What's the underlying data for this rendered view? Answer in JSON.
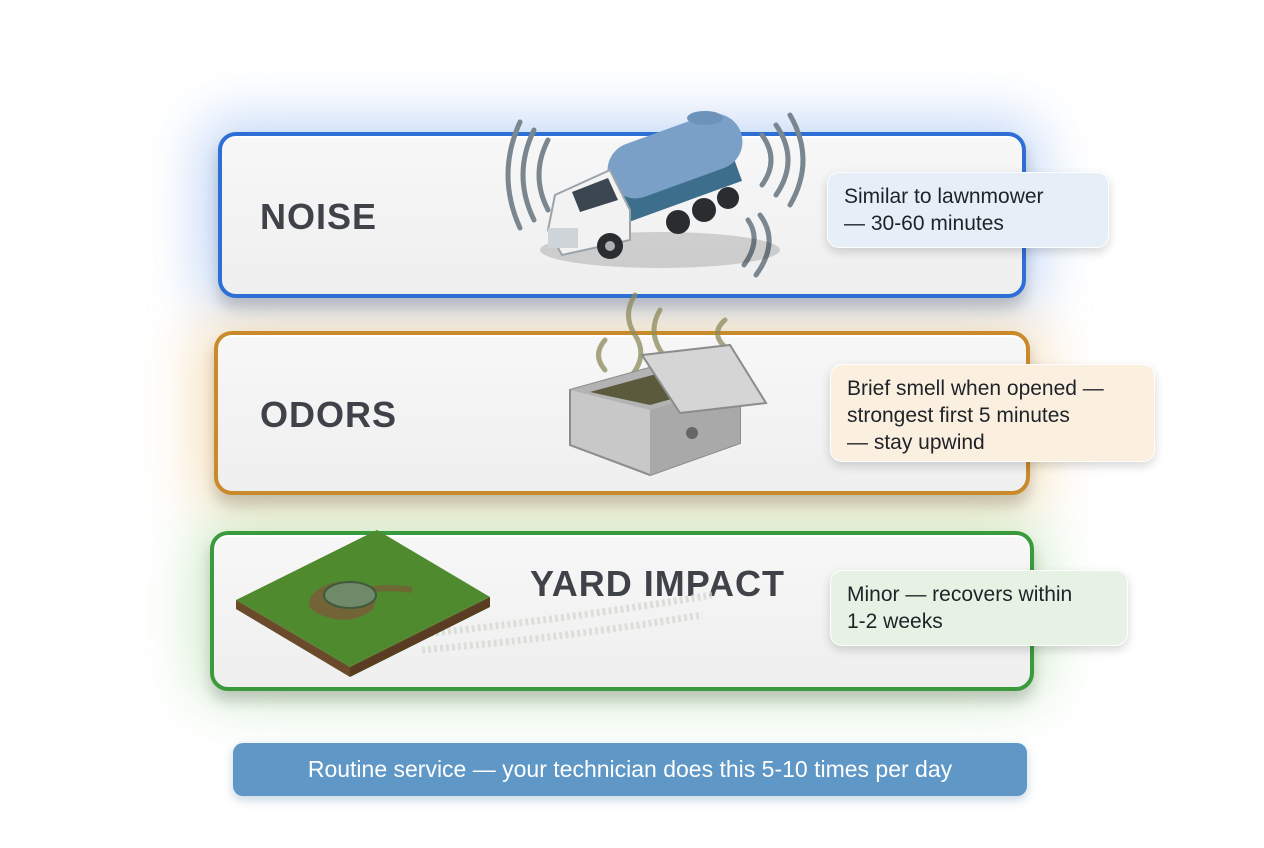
{
  "colors": {
    "noise_border": "#2e6fd6",
    "odors_border": "#c98a2c",
    "yard_border": "#3a9a3c",
    "banner_bg": "#5f97c6"
  },
  "sections": [
    {
      "label": "NOISE",
      "icon": "vacuum-truck-icon",
      "callout_lines": [
        "Similar to lawnmower",
        "— 30-60 minutes"
      ]
    },
    {
      "label": "ODORS",
      "icon": "septic-tank-icon",
      "callout_lines": [
        "Brief smell when opened —",
        "strongest first 5 minutes",
        "— stay upwind"
      ]
    },
    {
      "label": "YARD IMPACT",
      "icon": "lawn-lid-icon",
      "callout_lines": [
        "Minor — recovers within",
        "1-2 weeks"
      ]
    }
  ],
  "footer": {
    "text": "Routine service — your technician does this 5-10 times per day"
  }
}
